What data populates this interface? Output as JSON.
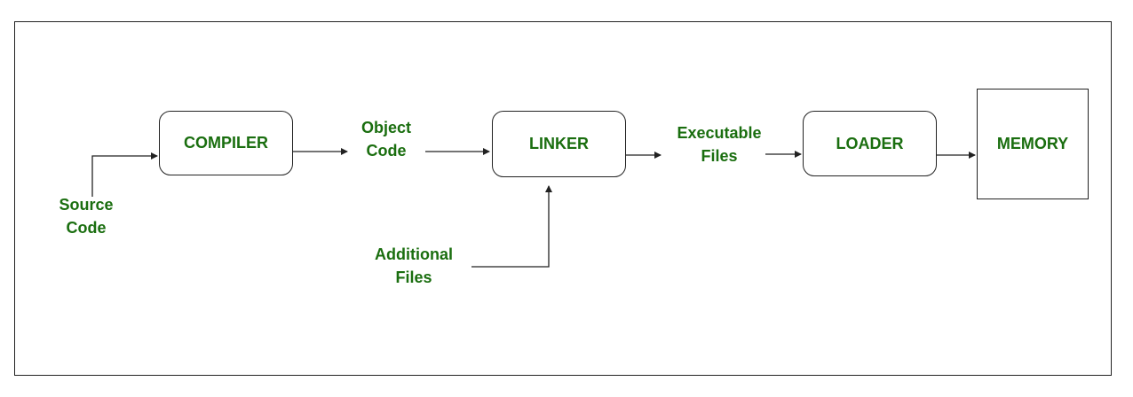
{
  "colors": {
    "text": "#1a6e0f",
    "line": "#222222",
    "background": "#ffffff"
  },
  "nodes": {
    "compiler": "COMPILER",
    "linker": "LINKER",
    "loader": "LOADER",
    "memory": "MEMORY"
  },
  "labels": {
    "source_code": [
      "Source",
      "Code"
    ],
    "object_code": [
      "Object",
      "Code"
    ],
    "executable_files": [
      "Executable",
      "Files"
    ],
    "additional_files": [
      "Additional",
      "Files"
    ]
  }
}
